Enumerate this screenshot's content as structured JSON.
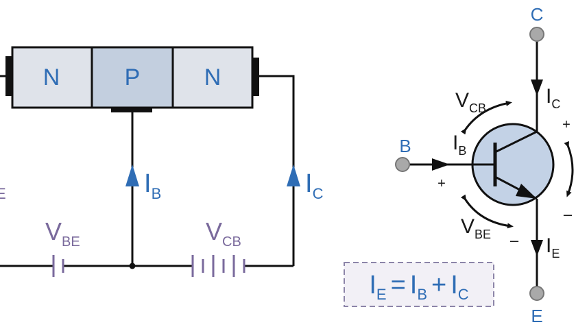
{
  "colors": {
    "label_blue": "#2f6db5",
    "voltage_purple": "#7a6a9c",
    "n_region": "#dfe3ea",
    "p_region": "#c3cfdf",
    "transistor_fill": "#c3d2e6",
    "terminal_grey": "#a9a9a9",
    "wire_black": "#111111",
    "formula_border": "#8c84a8",
    "formula_fill": "#f2f0f6"
  },
  "left_circuit": {
    "regions": [
      {
        "letter": "N"
      },
      {
        "letter": "P"
      },
      {
        "letter": "N"
      }
    ],
    "current_base": {
      "main": "I",
      "sub": "B"
    },
    "current_collector": {
      "main": "I",
      "sub": "C"
    },
    "voltage_be": {
      "main": "V",
      "sub": "BE"
    },
    "voltage_cb": {
      "main": "V",
      "sub": "CB"
    },
    "edge_fragment": "E"
  },
  "symbol": {
    "terminal_c": "C",
    "terminal_b": "B",
    "terminal_e": "E",
    "ic": {
      "main": "I",
      "sub": "C"
    },
    "ib": {
      "main": "I",
      "sub": "B"
    },
    "ie": {
      "main": "I",
      "sub": "E"
    },
    "vcb": {
      "main": "V",
      "sub": "CB"
    },
    "vbe": {
      "main": "V",
      "sub": "BE"
    },
    "plus_b": "+",
    "minus_e": "–",
    "plus_right": "+",
    "minus_right": "–"
  },
  "formula": {
    "ie": {
      "main": "I",
      "sub": "E"
    },
    "eq": "=",
    "ib": {
      "main": "I",
      "sub": "B"
    },
    "plus": "+",
    "ic": {
      "main": "I",
      "sub": "C"
    }
  }
}
